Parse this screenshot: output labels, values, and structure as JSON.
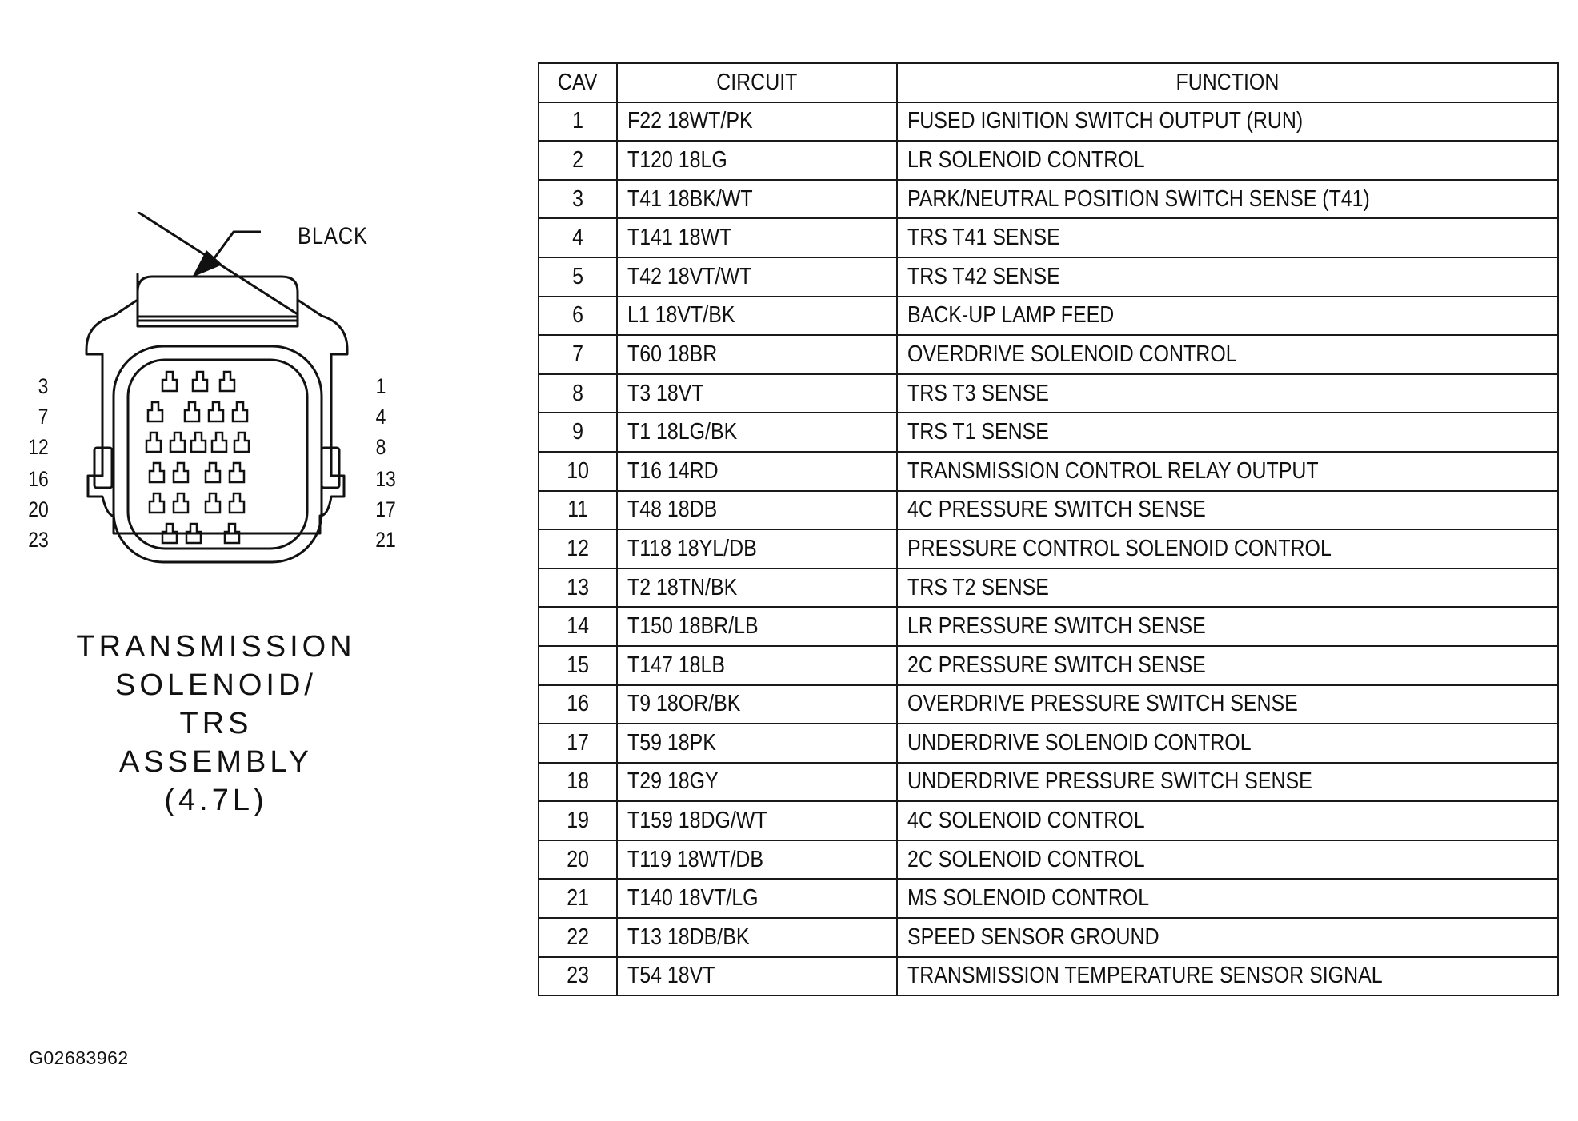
{
  "connector": {
    "color_label": "BLACK",
    "left_pin_labels": [
      "3",
      "7",
      "12",
      "16",
      "20",
      "23"
    ],
    "right_pin_labels": [
      "1",
      "4",
      "8",
      "13",
      "17",
      "21"
    ]
  },
  "assembly_title": [
    "TRANSMISSION",
    "SOLENOID/",
    "TRS",
    "ASSEMBLY",
    "(4.7L)"
  ],
  "figure_id": "G02683962",
  "table": {
    "headers": [
      "CAV",
      "CIRCUIT",
      "FUNCTION"
    ],
    "rows": [
      {
        "cav": "1",
        "circuit": "F22 18WT/PK",
        "function": "FUSED IGNITION SWITCH OUTPUT (RUN)"
      },
      {
        "cav": "2",
        "circuit": "T120 18LG",
        "function": "LR SOLENOID CONTROL"
      },
      {
        "cav": "3",
        "circuit": "T41 18BK/WT",
        "function": "PARK/NEUTRAL POSITION SWITCH SENSE (T41)"
      },
      {
        "cav": "4",
        "circuit": "T141 18WT",
        "function": "TRS T41 SENSE"
      },
      {
        "cav": "5",
        "circuit": "T42 18VT/WT",
        "function": "TRS T42 SENSE"
      },
      {
        "cav": "6",
        "circuit": "L1 18VT/BK",
        "function": "BACK-UP LAMP FEED"
      },
      {
        "cav": "7",
        "circuit": "T60 18BR",
        "function": "OVERDRIVE SOLENOID CONTROL"
      },
      {
        "cav": "8",
        "circuit": "T3 18VT",
        "function": "TRS T3 SENSE"
      },
      {
        "cav": "9",
        "circuit": "T1 18LG/BK",
        "function": "TRS T1 SENSE"
      },
      {
        "cav": "10",
        "circuit": "T16 14RD",
        "function": "TRANSMISSION CONTROL RELAY OUTPUT"
      },
      {
        "cav": "11",
        "circuit": "T48 18DB",
        "function": "4C PRESSURE SWITCH SENSE"
      },
      {
        "cav": "12",
        "circuit": "T118 18YL/DB",
        "function": "PRESSURE CONTROL SOLENOID CONTROL"
      },
      {
        "cav": "13",
        "circuit": "T2 18TN/BK",
        "function": "TRS T2 SENSE"
      },
      {
        "cav": "14",
        "circuit": "T150 18BR/LB",
        "function": "LR PRESSURE SWITCH SENSE"
      },
      {
        "cav": "15",
        "circuit": "T147 18LB",
        "function": "2C PRESSURE SWITCH SENSE"
      },
      {
        "cav": "16",
        "circuit": "T9 18OR/BK",
        "function": "OVERDRIVE PRESSURE SWITCH SENSE"
      },
      {
        "cav": "17",
        "circuit": "T59 18PK",
        "function": "UNDERDRIVE SOLENOID CONTROL"
      },
      {
        "cav": "18",
        "circuit": "T29 18GY",
        "function": "UNDERDRIVE PRESSURE SWITCH SENSE"
      },
      {
        "cav": "19",
        "circuit": "T159 18DG/WT",
        "function": "4C SOLENOID CONTROL"
      },
      {
        "cav": "20",
        "circuit": "T119 18WT/DB",
        "function": "2C SOLENOID CONTROL"
      },
      {
        "cav": "21",
        "circuit": "T140 18VT/LG",
        "function": "MS SOLENOID CONTROL"
      },
      {
        "cav": "22",
        "circuit": "T13 18DB/BK",
        "function": "SPEED SENSOR GROUND"
      },
      {
        "cav": "23",
        "circuit": "T54 18VT",
        "function": "TRANSMISSION TEMPERATURE SENSOR SIGNAL"
      }
    ]
  }
}
